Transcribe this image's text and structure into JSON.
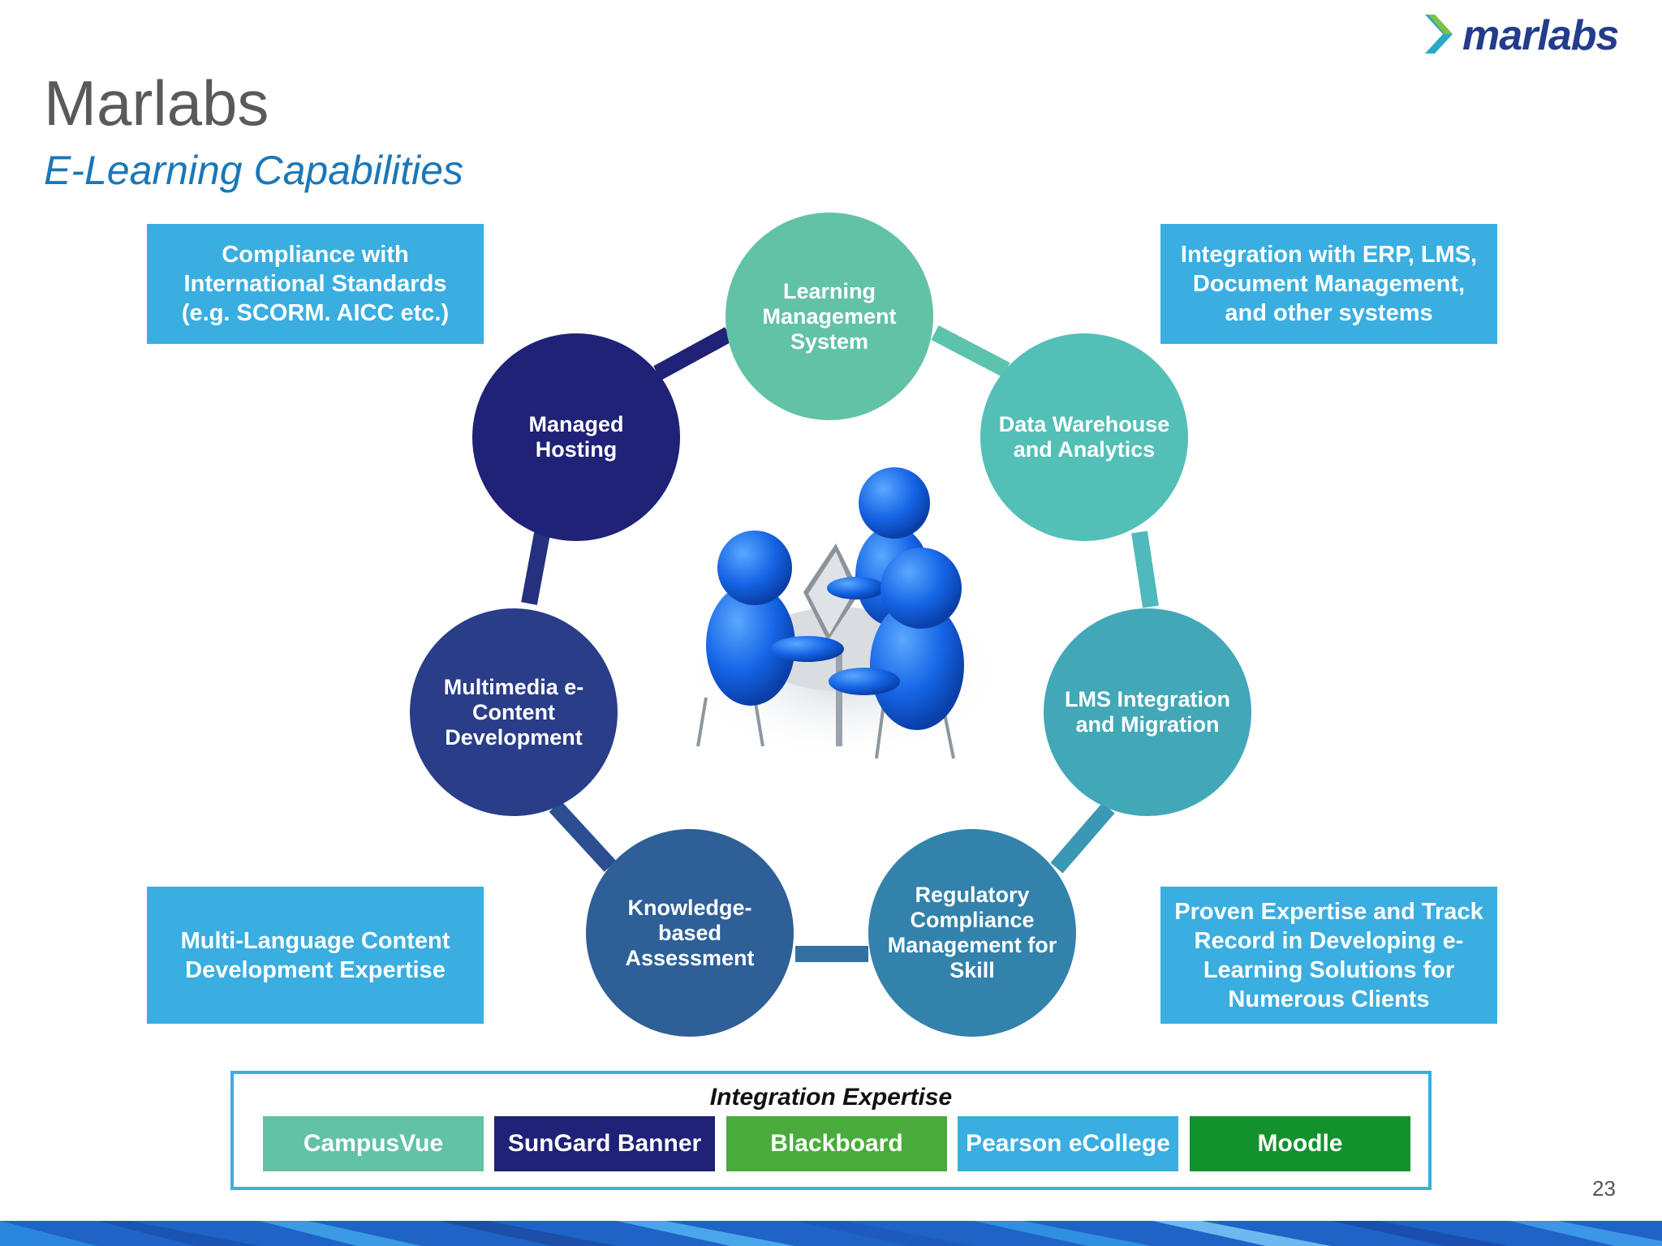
{
  "logo": {
    "text": "marlabs"
  },
  "title": "Marlabs",
  "subtitle": "E-Learning Capabilities",
  "corner_boxes": {
    "top_left": "Compliance with International Standards (e.g. SCORM. AICC etc.)",
    "top_right": "Integration with ERP, LMS, Document Management, and other systems",
    "bottom_left": "Multi-Language Content Development Expertise",
    "bottom_right": "Proven Expertise and Track Record in Developing e-Learning Solutions for Numerous Clients"
  },
  "capabilities": [
    {
      "label": "Learning Management System",
      "color": "#62c2a5"
    },
    {
      "label": "Data Warehouse and Analytics",
      "color": "#54bfb6"
    },
    {
      "label": "LMS Integration and Migration",
      "color": "#42a8b8"
    },
    {
      "label": "Regulatory Compliance Management for Skill",
      "color": "#3282ac"
    },
    {
      "label": "Knowledge-based Assessment",
      "color": "#2e5f97"
    },
    {
      "label": "Multimedia e-Content Development",
      "color": "#293d88"
    },
    {
      "label": "Managed Hosting",
      "color": "#1f2276"
    }
  ],
  "integration": {
    "title": "Integration Expertise",
    "items": [
      {
        "label": "CampusVue",
        "color": "#62c2a5"
      },
      {
        "label": "SunGard Banner",
        "color": "#1f2276"
      },
      {
        "label": "Blackboard",
        "color": "#49ab3b"
      },
      {
        "label": "Pearson eCollege",
        "color": "#3aaee0"
      },
      {
        "label": "Moodle",
        "color": "#12912d"
      }
    ]
  },
  "page_number": "23"
}
